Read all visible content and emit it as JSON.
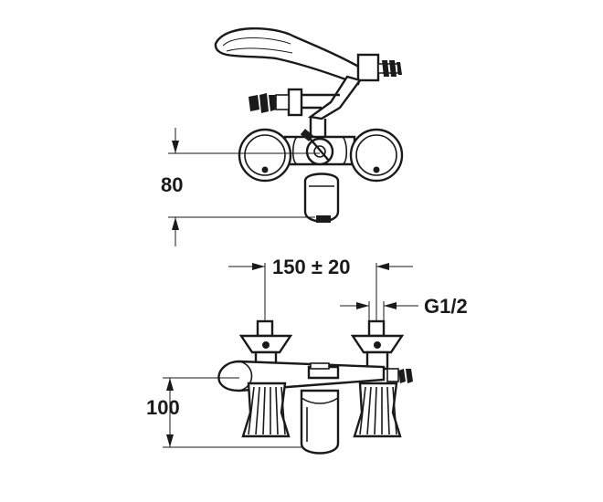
{
  "dimensions": {
    "top_height": "80",
    "spacing": "150 ± 20",
    "thread": "G1/2",
    "bottom_height": "100"
  },
  "colors": {
    "line": "#1a1a1a",
    "background": "#ffffff"
  }
}
